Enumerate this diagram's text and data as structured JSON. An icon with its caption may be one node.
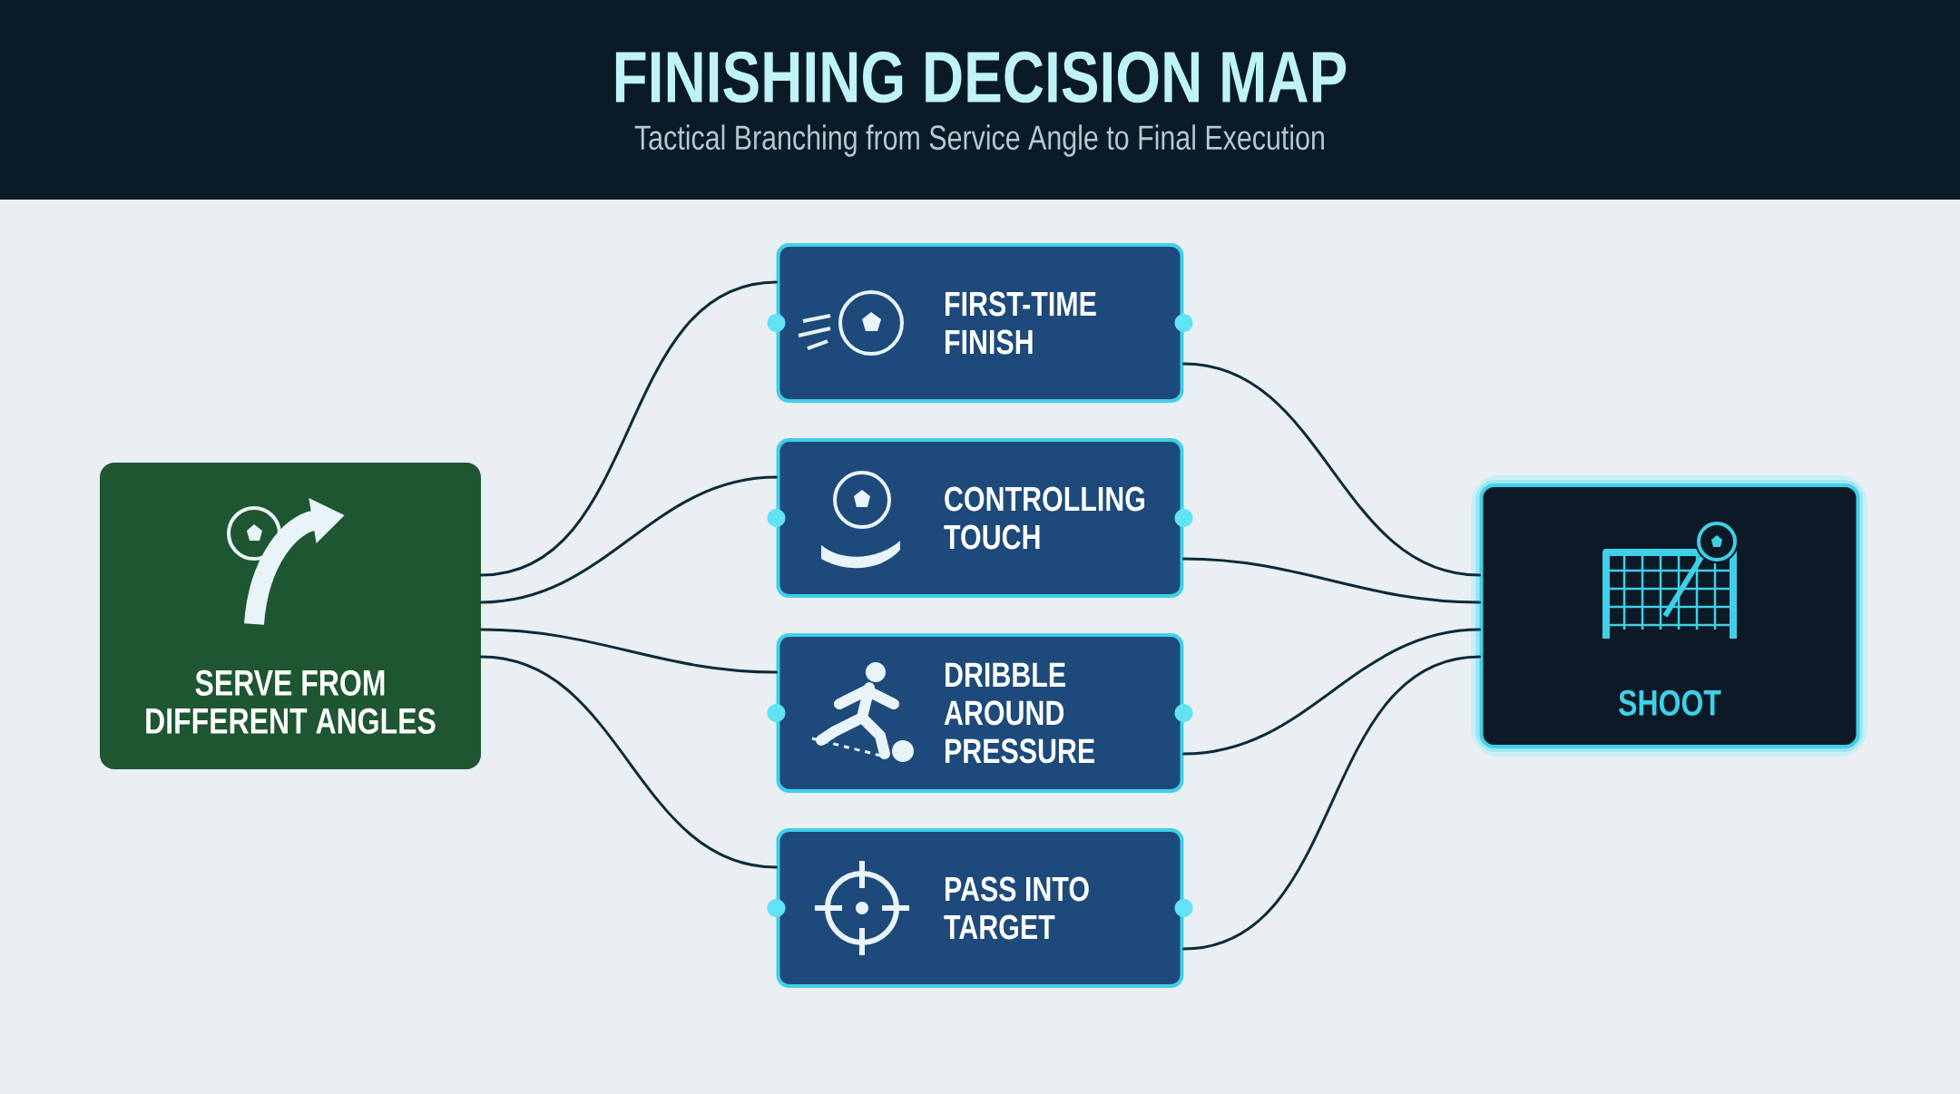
{
  "diagram": {
    "title": "FINISHING DECISION MAP",
    "nodes": [
      {
        "text": [
          "SERVE FROM DIFFERENT ANGLES"
        ]
      },
      {
        "text": [
          "FIRST-TIME FINISH"
        ]
      },
      {
        "text": [
          "CONTROLLING TOUCH"
        ]
      },
      {
        "text": [
          "DRIBBLE AROUND PRESSURE"
        ]
      },
      {
        "text": [
          "PASS INTO TARGET"
        ]
      },
      {
        "text": [
          "SHOOT"
        ]
      }
    ],
    "edges": [
      {
        "from": 0,
        "to": 1,
        "arrow": "none"
      },
      {
        "from": 0,
        "to": 2,
        "arrow": "none"
      },
      {
        "from": 0,
        "to": 3,
        "arrow": "none"
      },
      {
        "from": 0,
        "to": 4,
        "arrow": "none"
      },
      {
        "from": 1,
        "to": 5,
        "arrow": "none"
      },
      {
        "from": 2,
        "to": 5,
        "arrow": "none"
      },
      {
        "from": 3,
        "to": 5,
        "arrow": "none"
      },
      {
        "from": 4,
        "to": 5,
        "arrow": "none"
      }
    ],
    "labels": [
      "Tactical Branching from Service Angle to Final Execution"
    ]
  }
}
